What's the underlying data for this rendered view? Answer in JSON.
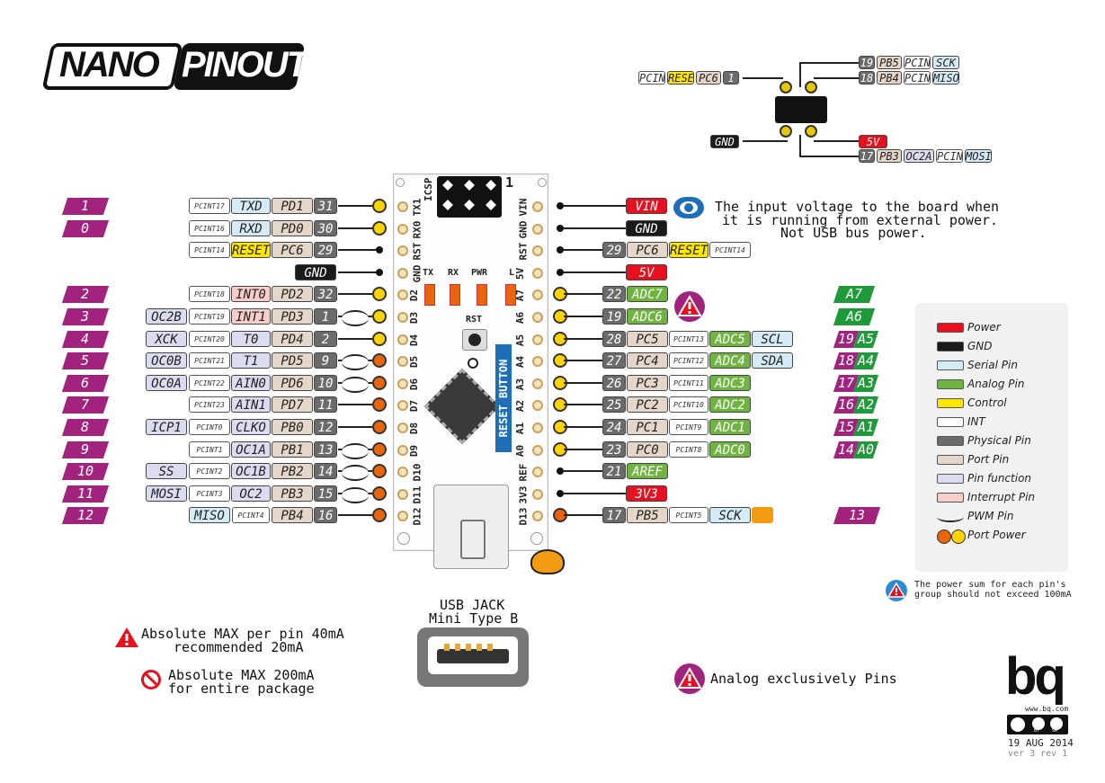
{
  "title": {
    "left": "NANO",
    "right": "PINOUT"
  },
  "board": {
    "icsp_label": "ICSP",
    "icsp_one": "1",
    "left_header": [
      "TX1",
      "RX0",
      "RST",
      "GND",
      "D2",
      "D3",
      "D4",
      "D5",
      "D6",
      "D7",
      "D8",
      "D9",
      "D10",
      "D11",
      "D12"
    ],
    "right_header": [
      "VIN",
      "GND",
      "RST",
      "5V",
      "A7",
      "A6",
      "A5",
      "A4",
      "A3",
      "A2",
      "A1",
      "A0",
      "REF",
      "3V3",
      "D13"
    ],
    "leds": [
      "TX",
      "RX",
      "PWR",
      "L"
    ],
    "rst": "RST",
    "reset_button": "RESET BUTTON",
    "usb_jack_title": "USB JACK",
    "usb_jack_sub": "Mini Type B"
  },
  "left_rows": [
    {
      "ard": "1",
      "extra": "",
      "func": "PCINT17",
      "alt": "TXD",
      "altcls": "serial",
      "port": "PD1",
      "phys": "31",
      "dot": "yellow"
    },
    {
      "ard": "0",
      "extra": "",
      "func": "PCINT16",
      "alt": "RXD",
      "altcls": "serial",
      "port": "PD0",
      "phys": "30",
      "dot": "yellow"
    },
    {
      "ard": "",
      "extra": "",
      "func": "PCINT14",
      "alt": "RESET",
      "altcls": "control",
      "port": "PC6",
      "phys": "29",
      "dot": "black"
    },
    {
      "ard": "",
      "extra": "",
      "func": "",
      "alt": "",
      "altcls": "",
      "port": "",
      "phys": "",
      "gnd": "GND",
      "dot": "black"
    },
    {
      "ard": "2",
      "extra": "",
      "func": "PCINT18",
      "alt": "INT0",
      "altcls": "inter",
      "port": "PD2",
      "phys": "32",
      "dot": "yellow"
    },
    {
      "ard": "3",
      "extra": "OC2B",
      "func": "PCINT19",
      "alt": "INT1",
      "altcls": "inter",
      "port": "PD3",
      "phys": "1",
      "dot": "yellow",
      "pwm": true
    },
    {
      "ard": "4",
      "extra": "XCK",
      "func": "PCINT20",
      "alt": "T0",
      "altcls": "func",
      "port": "PD4",
      "phys": "2",
      "dot": "yellow"
    },
    {
      "ard": "5",
      "extra": "OC0B",
      "func": "PCINT21",
      "alt": "T1",
      "altcls": "func",
      "port": "PD5",
      "phys": "9",
      "dot": "orange",
      "pwm": true
    },
    {
      "ard": "6",
      "extra": "OC0A",
      "func": "PCINT22",
      "alt": "AIN0",
      "altcls": "func",
      "port": "PD6",
      "phys": "10",
      "dot": "orange",
      "pwm": true
    },
    {
      "ard": "7",
      "extra": "",
      "func": "PCINT23",
      "alt": "AIN1",
      "altcls": "func",
      "port": "PD7",
      "phys": "11",
      "dot": "orange"
    },
    {
      "ard": "8",
      "extra": "ICP1",
      "func": "PCINT0",
      "alt": "CLKO",
      "altcls": "func",
      "port": "PB0",
      "phys": "12",
      "dot": "orange"
    },
    {
      "ard": "9",
      "extra": "",
      "func": "PCINT1",
      "alt": "OC1A",
      "altcls": "func",
      "port": "PB1",
      "phys": "13",
      "dot": "orange",
      "pwm": true
    },
    {
      "ard": "10",
      "extra": "SS",
      "func": "PCINT2",
      "alt": "OC1B",
      "altcls": "func",
      "port": "PB2",
      "phys": "14",
      "dot": "orange",
      "pwm": true
    },
    {
      "ard": "11",
      "extra": "MOSI",
      "func": "PCINT3",
      "alt": "OC2",
      "altcls": "func",
      "port": "PB3",
      "phys": "15",
      "dot": "orange",
      "pwm": true
    },
    {
      "ard": "12",
      "extra": "MISO",
      "func": "PCINT4",
      "alt": "",
      "altcls": "",
      "port": "PB4",
      "phys": "16",
      "dot": "orange",
      "extracls": "serial"
    }
  ],
  "right_rows": [
    {
      "special": "VIN",
      "cls": "pwr",
      "dot": "black"
    },
    {
      "special": "GND",
      "cls": "gnd",
      "dot": "black"
    },
    {
      "phys": "29",
      "port": "PC6",
      "alt": "RESET",
      "altcls": "control",
      "func": "PCINT14",
      "dot": "black"
    },
    {
      "special": "5V",
      "cls": "pwr",
      "dot": "black"
    },
    {
      "phys": "22",
      "port": "ADC7",
      "portcls": "analog",
      "dot": "yellow",
      "ard": "A7"
    },
    {
      "phys": "19",
      "port": "ADC6",
      "portcls": "analog",
      "dot": "yellow",
      "ard": "A6"
    },
    {
      "phys": "28",
      "port": "PC5",
      "func": "PCINT13",
      "alt": "ADC5",
      "altcls": "analog",
      "extra": "SCL",
      "dot": "yellow",
      "ardnum": "19",
      "ard": "A5"
    },
    {
      "phys": "27",
      "port": "PC4",
      "func": "PCINT12",
      "alt": "ADC4",
      "altcls": "analog",
      "extra": "SDA",
      "dot": "yellow",
      "ardnum": "18",
      "ard": "A4"
    },
    {
      "phys": "26",
      "port": "PC3",
      "func": "PCINT11",
      "alt": "ADC3",
      "altcls": "analog",
      "dot": "yellow",
      "ardnum": "17",
      "ard": "A3"
    },
    {
      "phys": "25",
      "port": "PC2",
      "func": "PCINT10",
      "alt": "ADC2",
      "altcls": "analog",
      "dot": "yellow",
      "ardnum": "16",
      "ard": "A2"
    },
    {
      "phys": "24",
      "port": "PC1",
      "func": "PCINT9",
      "alt": "ADC1",
      "altcls": "analog",
      "dot": "yellow",
      "ardnum": "15",
      "ard": "A1"
    },
    {
      "phys": "23",
      "port": "PC0",
      "func": "PCINT8",
      "alt": "ADC0",
      "altcls": "analog",
      "dot": "yellow",
      "ardnum": "14",
      "ard": "A0"
    },
    {
      "phys": "21",
      "port": "AREF",
      "portcls": "analog",
      "dot": "black"
    },
    {
      "special": "3V3",
      "cls": "pwr",
      "dot": "black"
    },
    {
      "phys": "17",
      "port": "PB5",
      "func": "PCINT5",
      "extra": "SCK",
      "dot": "orange",
      "ardonly": "13"
    }
  ],
  "icsp_top": {
    "row1": {
      "phys": "19",
      "port": "PB5",
      "func": "PCINT5",
      "extra": "SCK"
    },
    "row2": {
      "phys": "18",
      "port": "PB4",
      "func": "PCINT4",
      "extra": "MISO"
    },
    "reset": {
      "func": "PCINT14",
      "alt": "RESET",
      "port": "PC6",
      "phys": "1"
    },
    "gnd": "GND",
    "v5": "5V",
    "mosi": {
      "phys": "17",
      "port": "PB3",
      "alt": "OC2A",
      "func": "PCINT3",
      "extra": "MOSI"
    }
  },
  "vin_note": [
    "The input voltage to the board when",
    "it is running from external power.",
    "Not USB bus power."
  ],
  "legend": [
    {
      "label": "Power",
      "color": "#e8101e"
    },
    {
      "label": "GND",
      "color": "#1a1a1a"
    },
    {
      "label": "Serial Pin",
      "color": "#d4ebf6"
    },
    {
      "label": "Analog Pin",
      "color": "#6fb441"
    },
    {
      "label": "Control",
      "color": "#ffe600"
    },
    {
      "label": "INT",
      "color": "#ffffff"
    },
    {
      "label": "Physical Pin",
      "color": "#6b6b6b"
    },
    {
      "label": "Port Pin",
      "color": "#e4d6c8"
    },
    {
      "label": "Pin function",
      "color": "#dcdcf0"
    },
    {
      "label": "Interrupt Pin",
      "color": "#f6cdc8"
    },
    {
      "label": "PWM Pin",
      "color": ""
    },
    {
      "label": "Port Power",
      "color": ""
    }
  ],
  "notes": {
    "power_sum": [
      "The power sum for each pin's",
      "group should not exceed 100mA"
    ],
    "max_pin_1": "Absolute MAX per pin 40mA",
    "max_pin_2": "recommended 20mA",
    "max_pkg_1": "Absolute MAX 200mA",
    "max_pkg_2": "for entire package",
    "analog_only": "Analog exclusively Pins"
  },
  "brand": {
    "logo": "bq",
    "url": "www.bq.com",
    "date": "19 AUG 2014",
    "version": "ver 3 rev 1",
    "cc": [
      "BY",
      "SA"
    ]
  }
}
